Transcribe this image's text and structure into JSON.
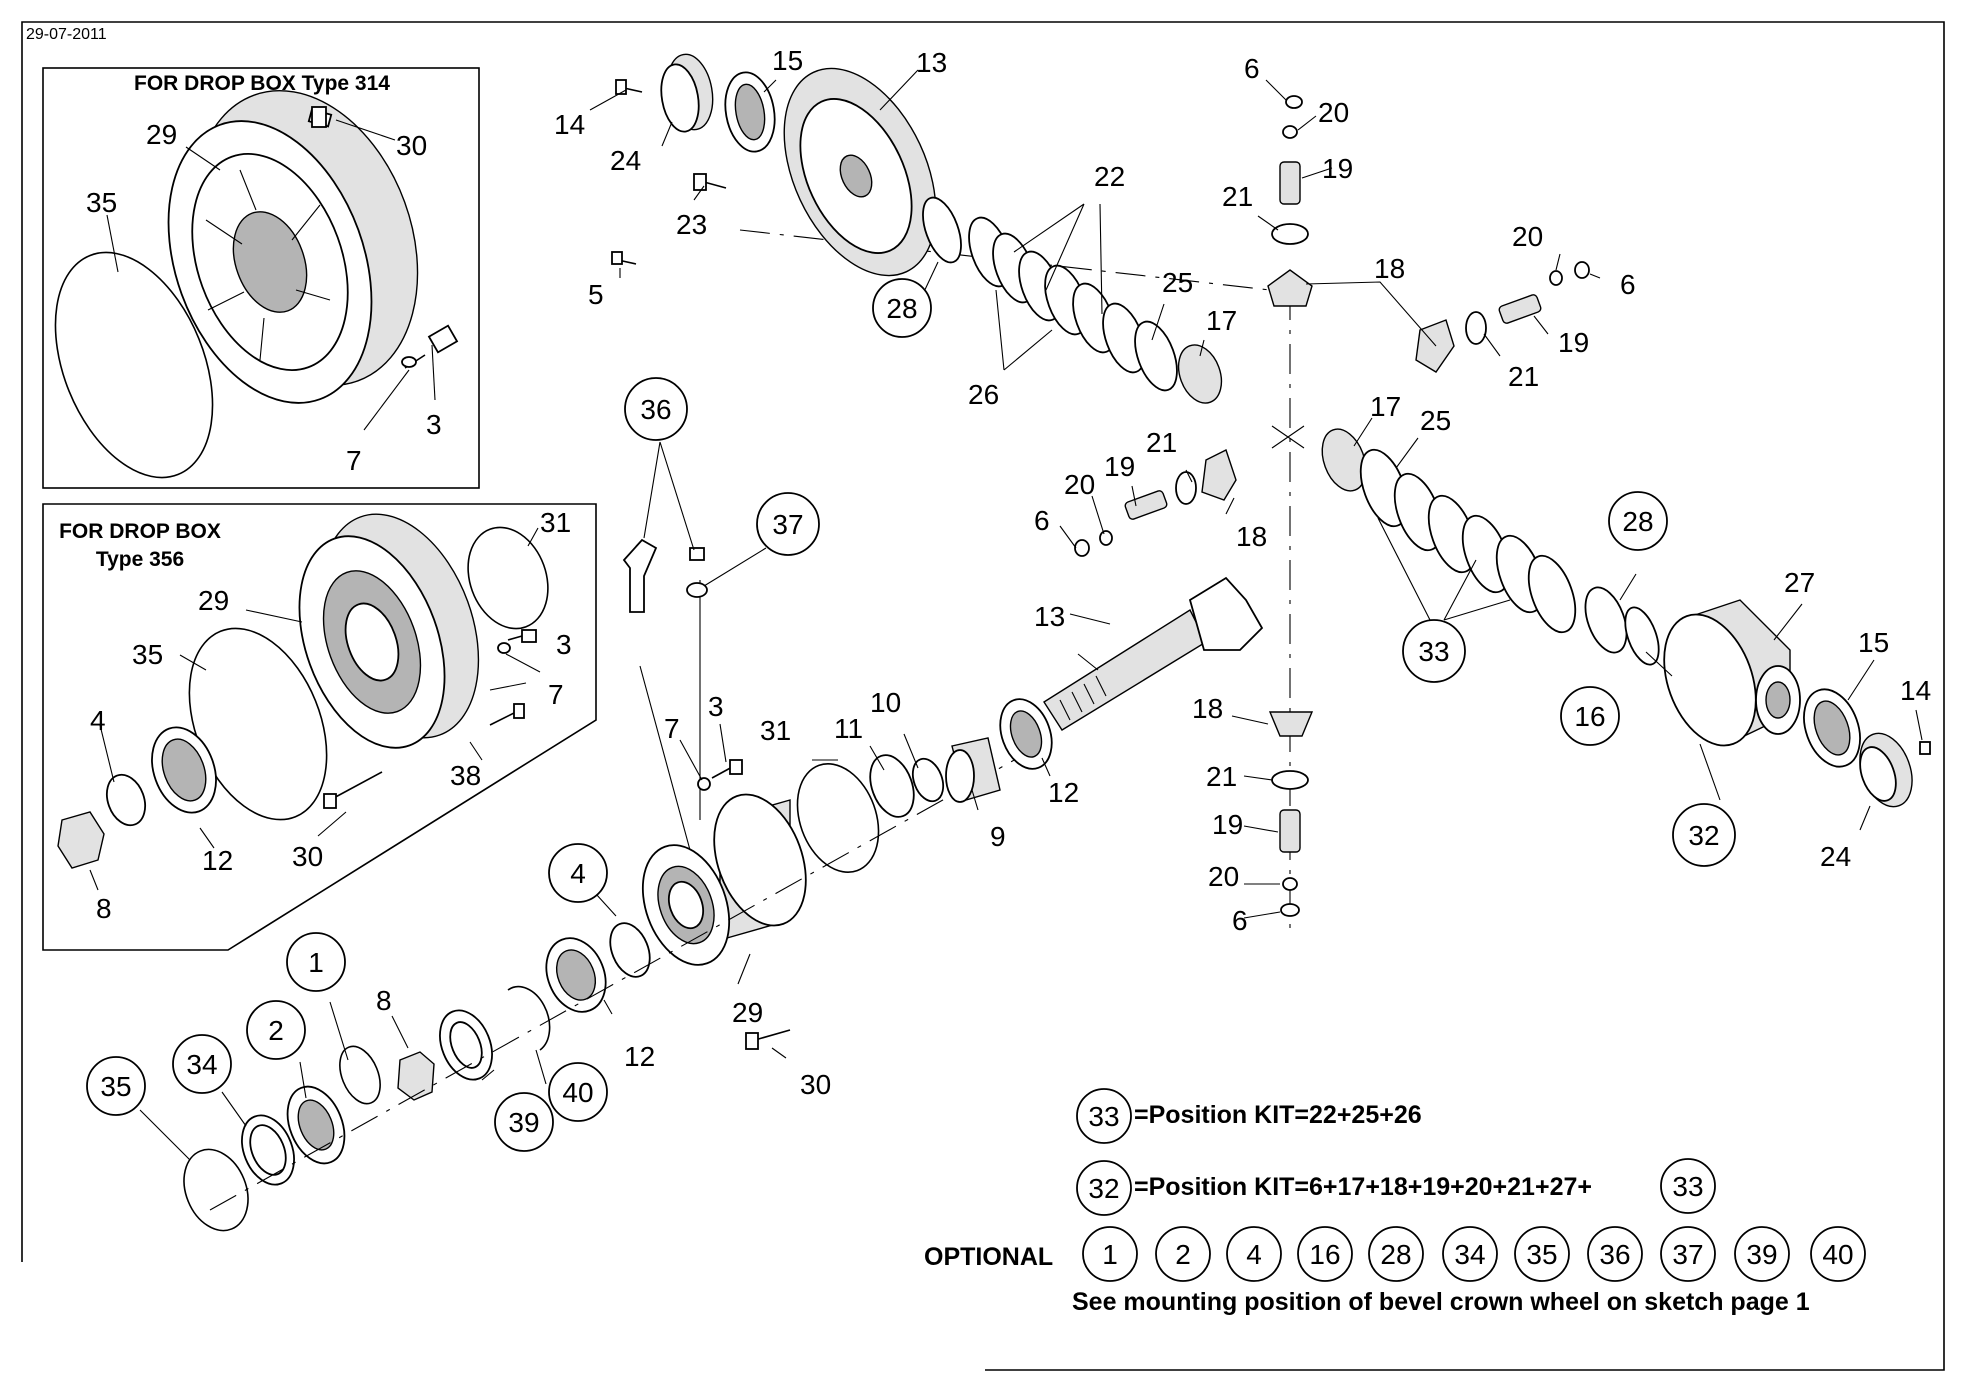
{
  "date": "29-07-2011",
  "inset_314": {
    "title": "FOR DROP BOX  Type 314",
    "labels": {
      "p29": "29",
      "p30": "30",
      "p35": "35",
      "p3": "3",
      "p7": "7"
    }
  },
  "inset_356": {
    "title_line1": "FOR DROP BOX",
    "title_line2": "Type 356",
    "labels": {
      "p31": "31",
      "p29": "29",
      "p35": "35",
      "p3": "3",
      "p7": "7",
      "p4": "4",
      "p12": "12",
      "p38": "38",
      "p30": "30",
      "p8": "8"
    }
  },
  "callouts": {
    "c1": "1",
    "c2": "2",
    "c34": "34",
    "c35": "35",
    "c8": "8",
    "c39": "39",
    "c40": "40",
    "c12": "12",
    "c4": "4",
    "c29": "29",
    "c30": "30",
    "c7": "7",
    "c3": "3",
    "c31": "31",
    "c11": "11",
    "c10": "10",
    "c9": "9",
    "c12b": "12",
    "c36": "36",
    "c37": "37",
    "c13": "13",
    "c14": "14",
    "c24": "24",
    "c15": "15",
    "c23": "23",
    "c5": "5",
    "c28": "28",
    "c22": "22",
    "c26": "26",
    "c25": "25",
    "c17": "17",
    "c6": "6",
    "c20": "20",
    "c19": "19",
    "c21": "21",
    "c18": "18",
    "c6b": "6",
    "c20b": "20",
    "c19b": "19",
    "c21b": "21",
    "c6c": "6",
    "c20c": "20",
    "c19c": "19",
    "c21c": "21",
    "c18c": "18",
    "c17b": "17",
    "c25b": "25",
    "c33": "33",
    "c28b": "28",
    "c27": "27",
    "c16": "16",
    "c15b": "15",
    "c14b": "14",
    "c32": "32",
    "c24b": "24",
    "c13b": "13",
    "c18b": "18",
    "c21d": "21",
    "c19d": "19",
    "c20d": "20",
    "c6d": "6"
  },
  "legend": {
    "kit33_badge": "33",
    "kit33_text": "=Position KIT=22+25+26",
    "kit32_badge": "32",
    "kit32_text": "=Position KIT=6+17+18+19+20+21+27+",
    "kit32_tail_badge": "33",
    "optional_label": "OPTIONAL",
    "optional_items": [
      "1",
      "2",
      "4",
      "16",
      "28",
      "34",
      "35",
      "36",
      "37",
      "39",
      "40"
    ],
    "note": "See mounting position of bevel crown wheel on sketch page 1"
  }
}
